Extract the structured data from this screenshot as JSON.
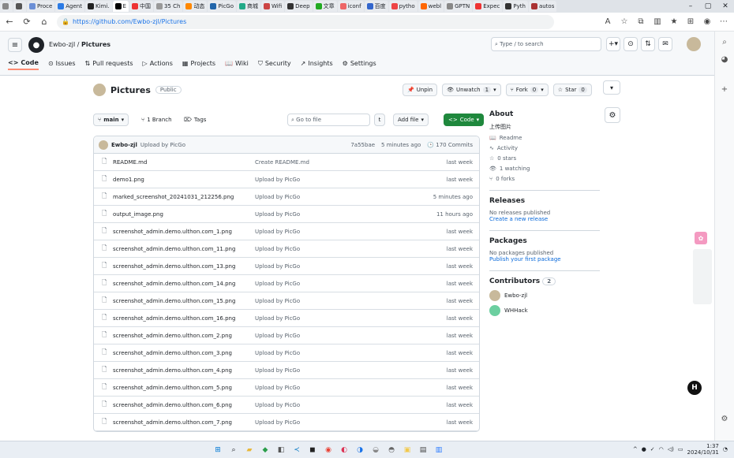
{
  "browser": {
    "tabs": [
      {
        "label": "",
        "color": "#888"
      },
      {
        "label": "",
        "color": "#555"
      },
      {
        "label": "Proce",
        "color": "#6b8fd6"
      },
      {
        "label": "Agent",
        "color": "#2c7be5"
      },
      {
        "label": "Kimi.",
        "color": "#222"
      },
      {
        "label": "E",
        "color": "#000",
        "active": true
      },
      {
        "label": "中国",
        "color": "#e33"
      },
      {
        "label": "35 Ch",
        "color": "#999"
      },
      {
        "label": "动态",
        "color": "#f80"
      },
      {
        "label": "PicGo",
        "color": "#26a"
      },
      {
        "label": "商城",
        "color": "#2a8"
      },
      {
        "label": "Wifi",
        "color": "#c44"
      },
      {
        "label": "Deep",
        "color": "#333"
      },
      {
        "label": "文章",
        "color": "#2a2"
      },
      {
        "label": "iconf",
        "color": "#e66"
      },
      {
        "label": "百度",
        "color": "#36c"
      },
      {
        "label": "pytho",
        "color": "#e44"
      },
      {
        "label": "webl",
        "color": "#f60"
      },
      {
        "label": "GPTN",
        "color": "#888"
      },
      {
        "label": "Expec",
        "color": "#e33"
      },
      {
        "label": "Pyth",
        "color": "#333"
      },
      {
        "label": "autos",
        "color": "#a33"
      }
    ],
    "url": "https://github.com/Ewbo-zjl/Pictures"
  },
  "header": {
    "owner": "Ewbo-zjl",
    "repo": "Pictures",
    "search_placeholder": "Type / to search",
    "nav": [
      {
        "label": "Code",
        "icon": "<>",
        "selected": true
      },
      {
        "label": "Issues",
        "icon": "⊙"
      },
      {
        "label": "Pull requests",
        "icon": "⇅"
      },
      {
        "label": "Actions",
        "icon": "▷"
      },
      {
        "label": "Projects",
        "icon": "▦"
      },
      {
        "label": "Wiki",
        "icon": "📖"
      },
      {
        "label": "Security",
        "icon": "⛉"
      },
      {
        "label": "Insights",
        "icon": "↗"
      },
      {
        "label": "Settings",
        "icon": "⚙"
      }
    ]
  },
  "repo": {
    "name": "Pictures",
    "visibility": "Public",
    "unpin": "Unpin",
    "unwatch": "Unwatch",
    "watch_count": "1",
    "fork_count": "0",
    "star": "Star",
    "star_count": "0",
    "branch": "main",
    "branch_count": "1 Branch",
    "tags": "Tags",
    "go_to_file": "Go to file",
    "kbd": "t",
    "add_file": "Add file",
    "code": "Code"
  },
  "commit": {
    "author": "Ewbo-zjl",
    "message": "Upload by PicGo",
    "hash": "7a55bae",
    "time": "5 minutes ago",
    "commits": "170 Commits"
  },
  "files": [
    {
      "name": "README.md",
      "msg": "Create README.md",
      "time": "last week"
    },
    {
      "name": "demo1.png",
      "msg": "Upload by PicGo",
      "time": "last week"
    },
    {
      "name": "marked_screenshot_20241031_212256.png",
      "msg": "Upload by PicGo",
      "time": "5 minutes ago"
    },
    {
      "name": "output_image.png",
      "msg": "Upload by PicGo",
      "time": "11 hours ago"
    },
    {
      "name": "screenshot_admin.demo.ulthon.com_1.png",
      "msg": "Upload by PicGo",
      "time": "last week"
    },
    {
      "name": "screenshot_admin.demo.ulthon.com_11.png",
      "msg": "Upload by PicGo",
      "time": "last week"
    },
    {
      "name": "screenshot_admin.demo.ulthon.com_13.png",
      "msg": "Upload by PicGo",
      "time": "last week"
    },
    {
      "name": "screenshot_admin.demo.ulthon.com_14.png",
      "msg": "Upload by PicGo",
      "time": "last week"
    },
    {
      "name": "screenshot_admin.demo.ulthon.com_15.png",
      "msg": "Upload by PicGo",
      "time": "last week"
    },
    {
      "name": "screenshot_admin.demo.ulthon.com_16.png",
      "msg": "Upload by PicGo",
      "time": "last week"
    },
    {
      "name": "screenshot_admin.demo.ulthon.com_2.png",
      "msg": "Upload by PicGo",
      "time": "last week"
    },
    {
      "name": "screenshot_admin.demo.ulthon.com_3.png",
      "msg": "Upload by PicGo",
      "time": "last week"
    },
    {
      "name": "screenshot_admin.demo.ulthon.com_4.png",
      "msg": "Upload by PicGo",
      "time": "last week"
    },
    {
      "name": "screenshot_admin.demo.ulthon.com_5.png",
      "msg": "Upload by PicGo",
      "time": "last week"
    },
    {
      "name": "screenshot_admin.demo.ulthon.com_6.png",
      "msg": "Upload by PicGo",
      "time": "last week"
    },
    {
      "name": "screenshot_admin.demo.ulthon.com_7.png",
      "msg": "Upload by PicGo",
      "time": "last week"
    }
  ],
  "about": {
    "title": "About",
    "description": "上传图片",
    "readme": "Readme",
    "activity": "Activity",
    "stars": "0 stars",
    "watching": "1 watching",
    "forks": "0 forks",
    "releases_title": "Releases",
    "no_releases": "No releases published",
    "create_release": "Create a new release",
    "packages_title": "Packages",
    "no_packages": "No packages published",
    "publish_package": "Publish your first package",
    "contributors_title": "Contributors",
    "contributors_count": "2",
    "contributors": [
      "Ewbo-zjl",
      "WHHack"
    ]
  },
  "taskbar": {
    "time": "1:37",
    "date": "2024/10/31"
  }
}
